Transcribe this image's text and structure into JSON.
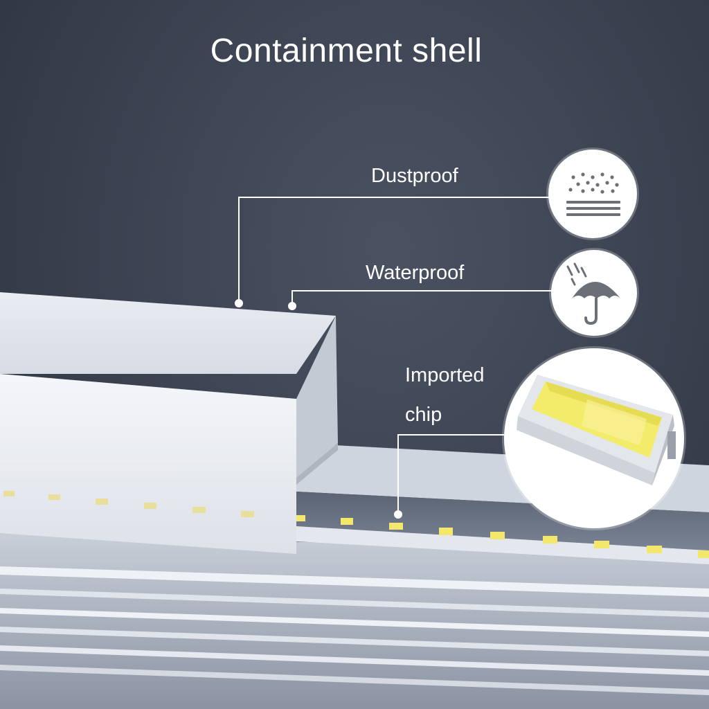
{
  "title": "Containment shell",
  "features": {
    "dustproof": {
      "label": "Dustproof",
      "icon": "dust-layers-icon"
    },
    "waterproof": {
      "label": "Waterproof",
      "icon": "umbrella-rain-icon"
    },
    "chip": {
      "label_line1": "Imported",
      "label_line2": "chip",
      "icon": "led-chip-closeup-icon"
    }
  },
  "colors": {
    "background": "#3a404e",
    "shell": "#eef0f4",
    "led": "#f4e86c"
  }
}
